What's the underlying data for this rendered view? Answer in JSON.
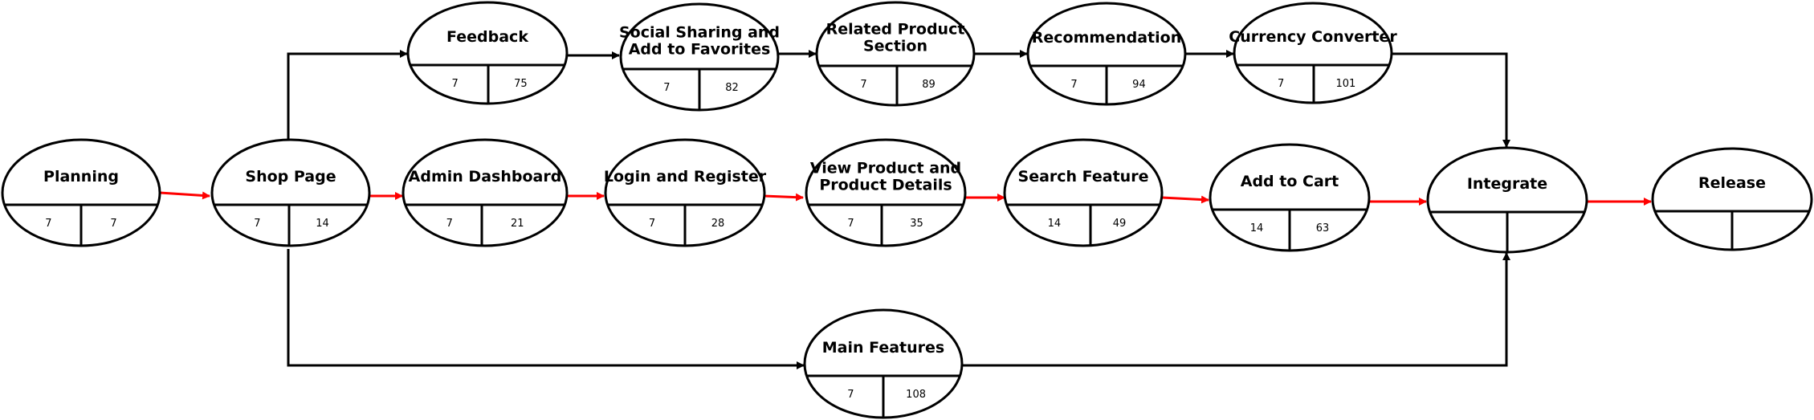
{
  "colors": {
    "critical": "#ff0000",
    "normal": "#000000"
  },
  "nodes": [
    {
      "id": "planning",
      "title": [
        "Planning"
      ],
      "duration": "7",
      "finish": "7"
    },
    {
      "id": "shop_page",
      "title": [
        "Shop Page"
      ],
      "duration": "7",
      "finish": "14"
    },
    {
      "id": "admin_dashboard",
      "title": [
        "Admin Dashboard"
      ],
      "duration": "7",
      "finish": "21"
    },
    {
      "id": "login_register",
      "title": [
        "Login and Register"
      ],
      "duration": "7",
      "finish": "28"
    },
    {
      "id": "view_product",
      "title": [
        "View Product and",
        "Product Details"
      ],
      "duration": "7",
      "finish": "35"
    },
    {
      "id": "search_feature",
      "title": [
        "Search Feature"
      ],
      "duration": "14",
      "finish": "49"
    },
    {
      "id": "add_to_cart",
      "title": [
        "Add to Cart"
      ],
      "duration": "14",
      "finish": "63"
    },
    {
      "id": "integrate",
      "title": [
        "Integrate"
      ],
      "duration": "",
      "finish": ""
    },
    {
      "id": "release",
      "title": [
        "Release"
      ],
      "duration": "",
      "finish": ""
    },
    {
      "id": "feedback",
      "title": [
        "Feedback"
      ],
      "duration": "7",
      "finish": "75"
    },
    {
      "id": "social_sharing",
      "title": [
        "Social Sharing and",
        "Add to Favorites"
      ],
      "duration": "7",
      "finish": "82"
    },
    {
      "id": "related_product",
      "title": [
        "Related Product",
        "Section"
      ],
      "duration": "7",
      "finish": "89"
    },
    {
      "id": "recommendation",
      "title": [
        "Recommendation"
      ],
      "duration": "7",
      "finish": "94"
    },
    {
      "id": "currency_converter",
      "title": [
        "Currency Converter"
      ],
      "duration": "7",
      "finish": "101"
    },
    {
      "id": "main_features",
      "title": [
        "Main Features"
      ],
      "duration": "7",
      "finish": "108"
    }
  ],
  "edges": [
    {
      "from": "planning",
      "to": "shop_page",
      "critical": true
    },
    {
      "from": "shop_page",
      "to": "admin_dashboard",
      "critical": true
    },
    {
      "from": "admin_dashboard",
      "to": "login_register",
      "critical": true
    },
    {
      "from": "login_register",
      "to": "view_product",
      "critical": true
    },
    {
      "from": "view_product",
      "to": "search_feature",
      "critical": true
    },
    {
      "from": "search_feature",
      "to": "add_to_cart",
      "critical": true
    },
    {
      "from": "add_to_cart",
      "to": "integrate",
      "critical": true
    },
    {
      "from": "integrate",
      "to": "release",
      "critical": true
    },
    {
      "from": "shop_page",
      "to": "feedback",
      "critical": false
    },
    {
      "from": "feedback",
      "to": "social_sharing",
      "critical": false
    },
    {
      "from": "social_sharing",
      "to": "related_product",
      "critical": false
    },
    {
      "from": "related_product",
      "to": "recommendation",
      "critical": false
    },
    {
      "from": "recommendation",
      "to": "currency_converter",
      "critical": false
    },
    {
      "from": "currency_converter",
      "to": "integrate",
      "critical": false
    },
    {
      "from": "shop_page",
      "to": "main_features",
      "critical": false
    },
    {
      "from": "main_features",
      "to": "integrate",
      "critical": false
    }
  ]
}
